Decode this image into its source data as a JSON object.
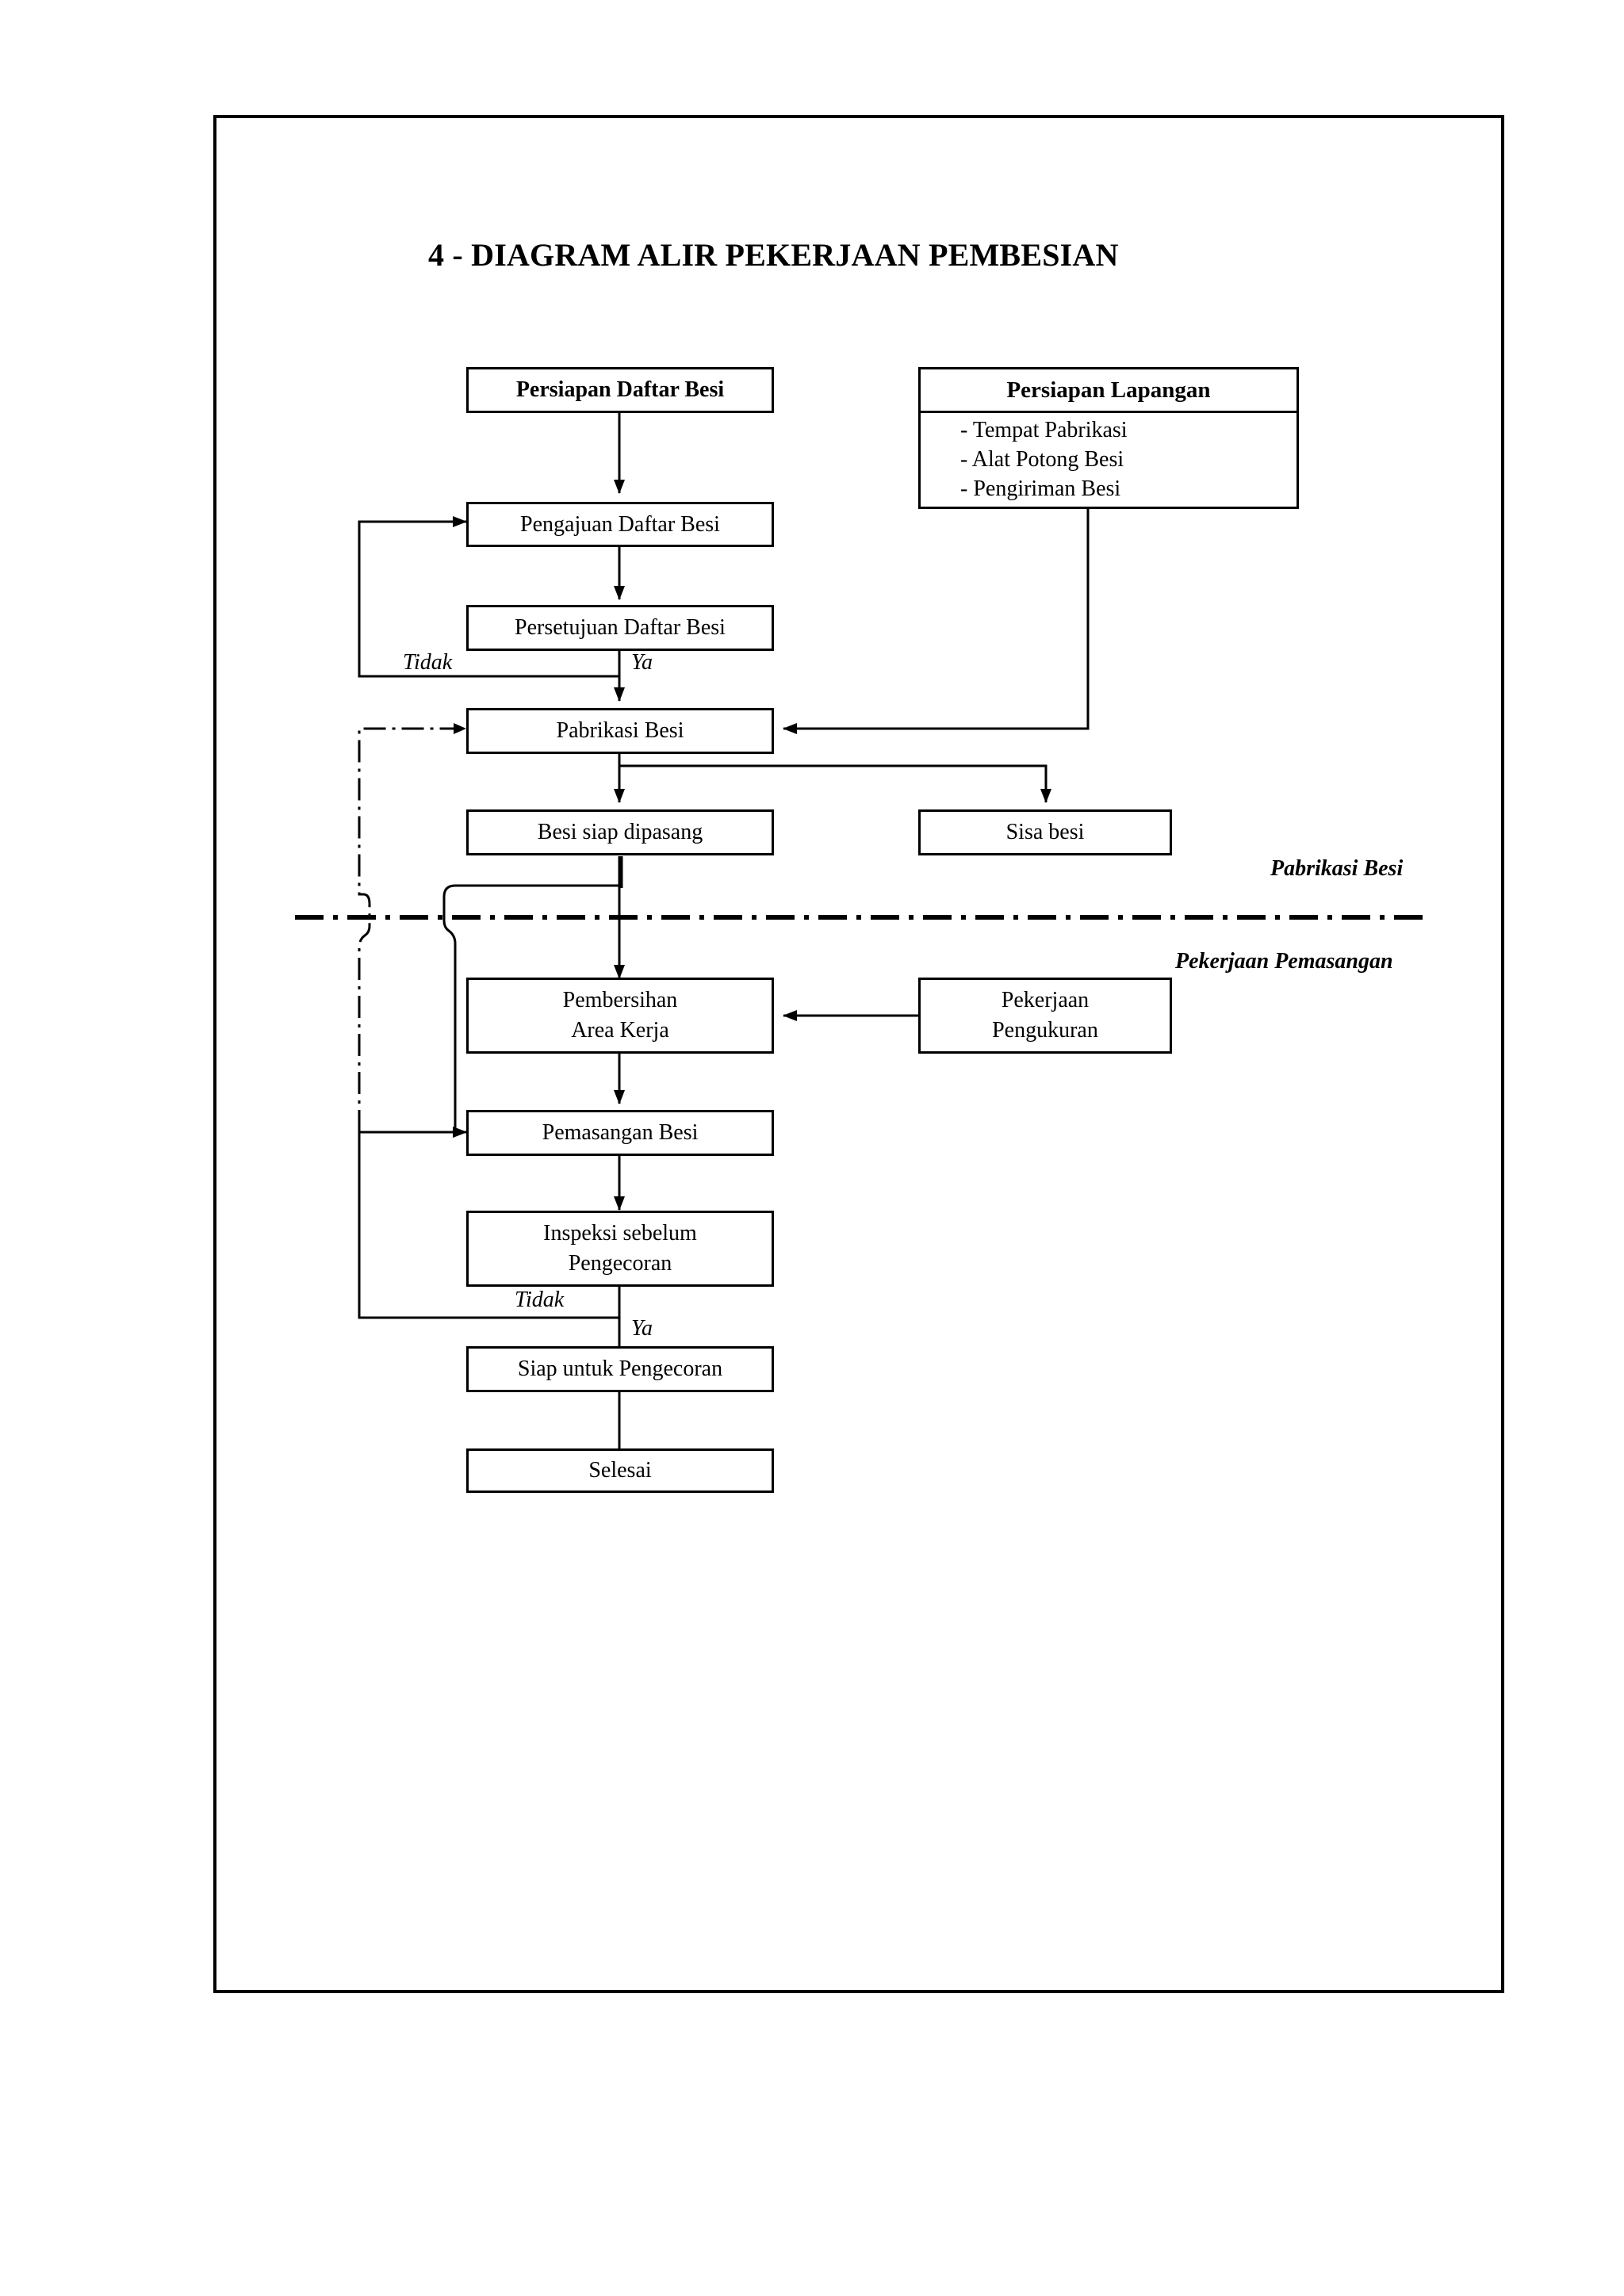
{
  "title": "4 - DIAGRAM ALIR PEKERJAAN PEMBESIAN",
  "boxes": {
    "persiapan_daftar_besi": "Persiapan Daftar Besi",
    "pengajuan_daftar_besi": "Pengajuan Daftar Besi",
    "persetujuan_daftar_besi": "Persetujuan Daftar Besi",
    "pabrikasi_besi": "Pabrikasi Besi",
    "besi_siap_dipasang": "Besi siap dipasang",
    "sisa_besi": "Sisa besi",
    "pembersihan_line1": "Pembersihan",
    "pembersihan_line2": "Area Kerja",
    "pekerjaan_line1": "Pekerjaan",
    "pekerjaan_line2": "Pengukuran",
    "pemasangan_besi": "Pemasangan Besi",
    "inspeksi_line1": "Inspeksi sebelum",
    "inspeksi_line2": "Pengecoran",
    "siap_pengecoran": "Siap untuk Pengecoran",
    "selesai": "Selesai"
  },
  "persiapan_lapangan": {
    "header": "Persiapan Lapangan",
    "items": [
      "- Tempat Pabrikasi",
      "- Alat Potong Besi",
      "- Pengiriman Besi"
    ]
  },
  "labels": {
    "tidak_1": "Tidak",
    "ya_1": "Ya",
    "tidak_2": "Tidak",
    "ya_2": "Ya",
    "section_pabrikasi": "Pabrikasi Besi",
    "section_pemasangan": "Pekerjaan Pemasangan"
  }
}
